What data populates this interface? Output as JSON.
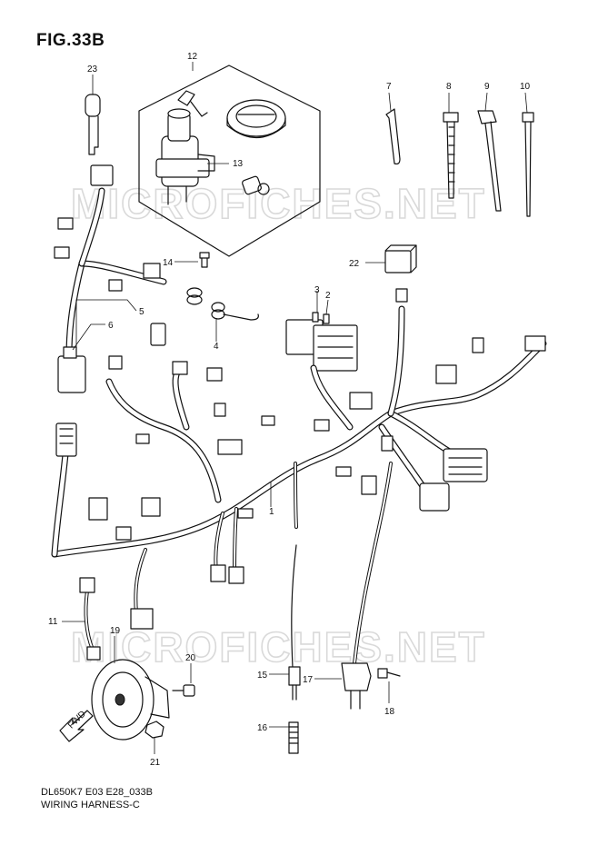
{
  "figure": {
    "title": "FIG.33B",
    "code": "DL650K7 E03 E28_033B",
    "name": "WIRING HARNESS-C"
  },
  "watermark": {
    "text": "MICROFICHES.NET"
  },
  "direction": {
    "label": "FWD"
  },
  "callouts": [
    {
      "id": "c1",
      "label": "1"
    },
    {
      "id": "c2",
      "label": "2"
    },
    {
      "id": "c3",
      "label": "3"
    },
    {
      "id": "c4",
      "label": "4"
    },
    {
      "id": "c5",
      "label": "5"
    },
    {
      "id": "c6",
      "label": "6"
    },
    {
      "id": "c7",
      "label": "7"
    },
    {
      "id": "c8",
      "label": "8"
    },
    {
      "id": "c9",
      "label": "9"
    },
    {
      "id": "c10",
      "label": "10"
    },
    {
      "id": "c11",
      "label": "11"
    },
    {
      "id": "c12",
      "label": "12"
    },
    {
      "id": "c13",
      "label": "13"
    },
    {
      "id": "c14",
      "label": "14"
    },
    {
      "id": "c15",
      "label": "15"
    },
    {
      "id": "c16",
      "label": "16"
    },
    {
      "id": "c17",
      "label": "17"
    },
    {
      "id": "c18",
      "label": "18"
    },
    {
      "id": "c19",
      "label": "19"
    },
    {
      "id": "c20",
      "label": "20"
    },
    {
      "id": "c21",
      "label": "21"
    },
    {
      "id": "c22",
      "label": "22"
    },
    {
      "id": "c23",
      "label": "23"
    }
  ]
}
